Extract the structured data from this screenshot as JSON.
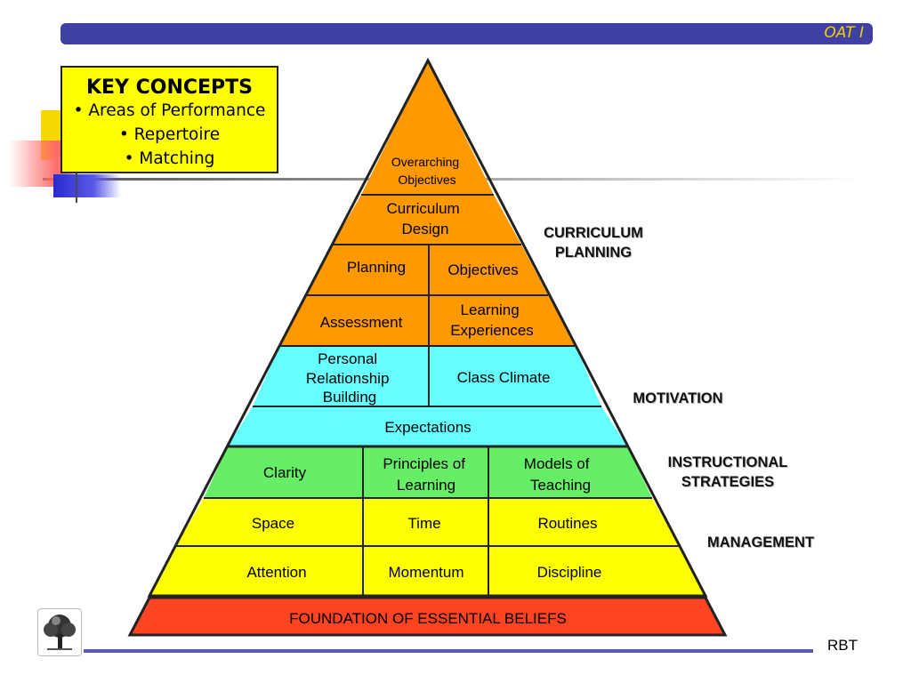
{
  "header": {
    "title": "OAT I"
  },
  "key_concepts": {
    "title": "KEY CONCEPTS",
    "items": [
      "• Areas of Performance",
      "• Repertoire",
      "• Matching"
    ]
  },
  "pyramid": {
    "apex": [
      "Overarching",
      "Objectives"
    ],
    "curriculum_design": [
      "Curriculum",
      "Design"
    ],
    "planning": "Planning",
    "objectives": "Objectives",
    "assessment": "Assessment",
    "learning_experiences": [
      "Learning",
      "Experiences"
    ],
    "personal_relationship": [
      "Personal",
      "Relationship",
      "Building"
    ],
    "class_climate": "Class Climate",
    "expectations": "Expectations",
    "clarity": "Clarity",
    "principles_of_learning": [
      "Principles of",
      "Learning"
    ],
    "models_of_teaching": [
      "Models of",
      "Teaching"
    ],
    "space": "Space",
    "time": "Time",
    "routines": "Routines",
    "attention": "Attention",
    "momentum": "Momentum",
    "discipline": "Discipline",
    "foundation": "FOUNDATION OF ESSENTIAL BELIEFS"
  },
  "side_labels": {
    "curriculum_planning": [
      "CURRICULUM",
      "PLANNING"
    ],
    "motivation": "MOTIVATION",
    "instructional_strategies": [
      "INSTRUCTIONAL",
      "STRATEGIES"
    ],
    "management": "MANAGEMENT"
  },
  "footer": {
    "text": "RBT"
  },
  "colors": {
    "orange": "#ff9900",
    "cyan": "#66ffff",
    "green": "#66ee66",
    "yellow": "#ffff00",
    "red": "#ff4422",
    "header_bar": "#3f3fa4"
  },
  "icons": {
    "logo": "tree-icon"
  }
}
